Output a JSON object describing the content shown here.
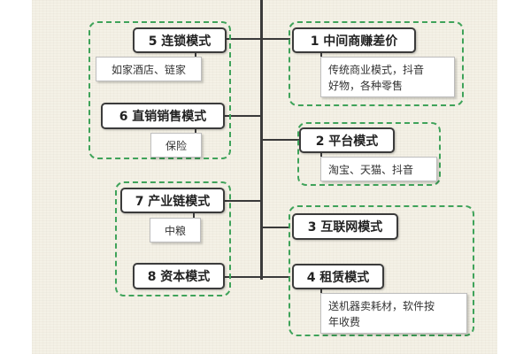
{
  "nodes": {
    "n1": {
      "title": "1 中间商赚差价",
      "note_lines": [
        "传统商业模式，抖音",
        "好物，各种零售"
      ]
    },
    "n2": {
      "title": "2 平台模式",
      "note_lines": [
        "淘宝、天猫、抖音"
      ]
    },
    "n3": {
      "title": "3 互联网模式"
    },
    "n4": {
      "title": "4 租赁模式",
      "note_lines": [
        "送机器卖耗材，软件按",
        "年收费"
      ]
    },
    "n5": {
      "title": "5 连锁模式",
      "note_lines": [
        "如家酒店、链家"
      ]
    },
    "n6": {
      "title": "6 直销销售模式",
      "note_lines": [
        "保险"
      ]
    },
    "n7": {
      "title": "7 产业链模式",
      "note_lines": [
        "中粮"
      ]
    },
    "n8": {
      "title": "8 资本模式"
    }
  },
  "colors": {
    "group_border": "#3fa35a",
    "connector": "#3a3a3a",
    "paper": "#f4f1e6"
  }
}
